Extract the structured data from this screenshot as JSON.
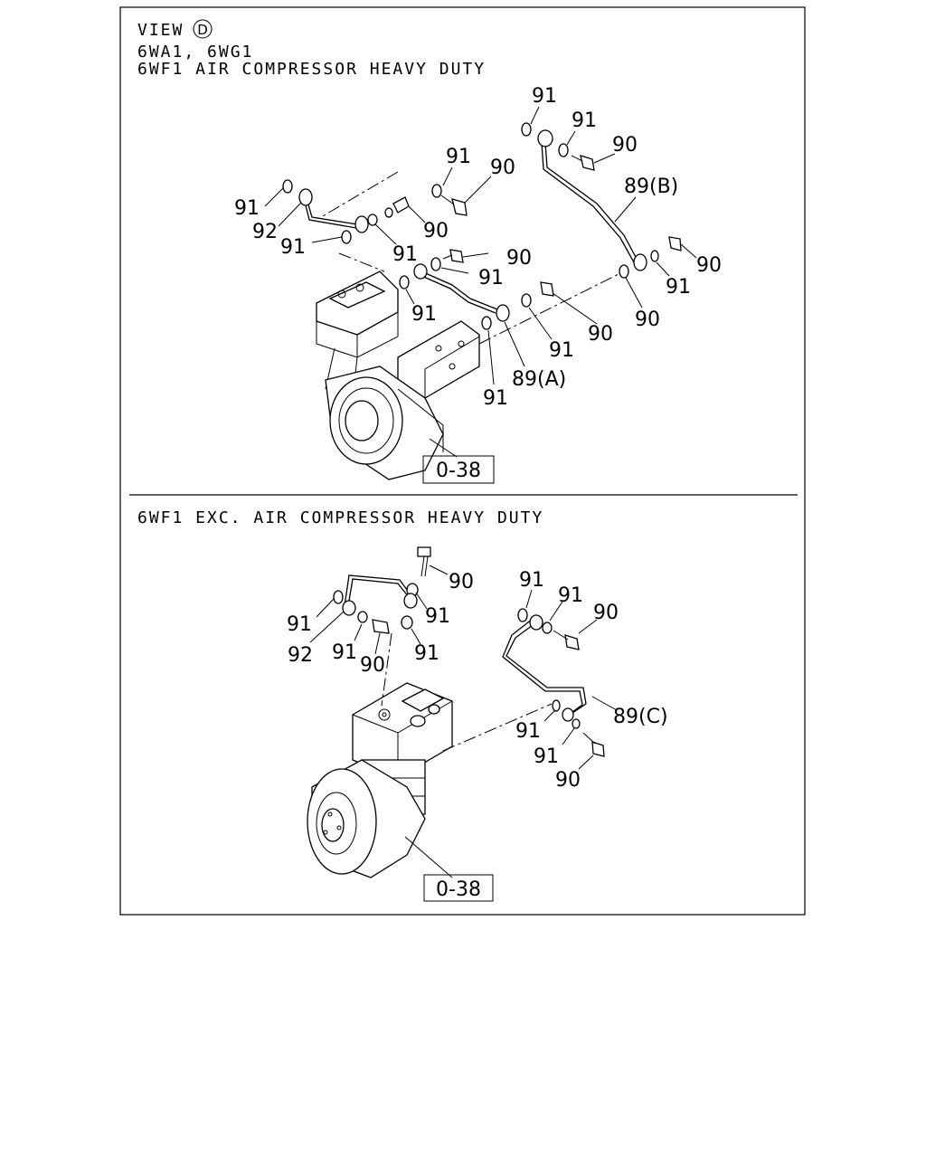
{
  "top_panel": {
    "view_word": "VIEW",
    "view_letter": "D",
    "header_line_1": "6WA1, 6WG1",
    "header_line_2": "6WF1 AIR COMPRESSOR HEAVY DUTY",
    "ref_box": "0-38",
    "callouts": [
      "91",
      "91",
      "90",
      "91",
      "90",
      "89(B)",
      "91",
      "92",
      "90",
      "91",
      "91",
      "90",
      "91",
      "90",
      "91",
      "91",
      "90",
      "90",
      "91",
      "89(A)",
      "91"
    ]
  },
  "bottom_panel": {
    "header": "6WF1 EXC. AIR COMPRESSOR HEAVY DUTY",
    "ref_box": "0-38",
    "callouts": [
      "90",
      "91",
      "91",
      "90",
      "91",
      "92",
      "91",
      "90",
      "91",
      "89(C)",
      "91",
      "91",
      "90"
    ]
  }
}
